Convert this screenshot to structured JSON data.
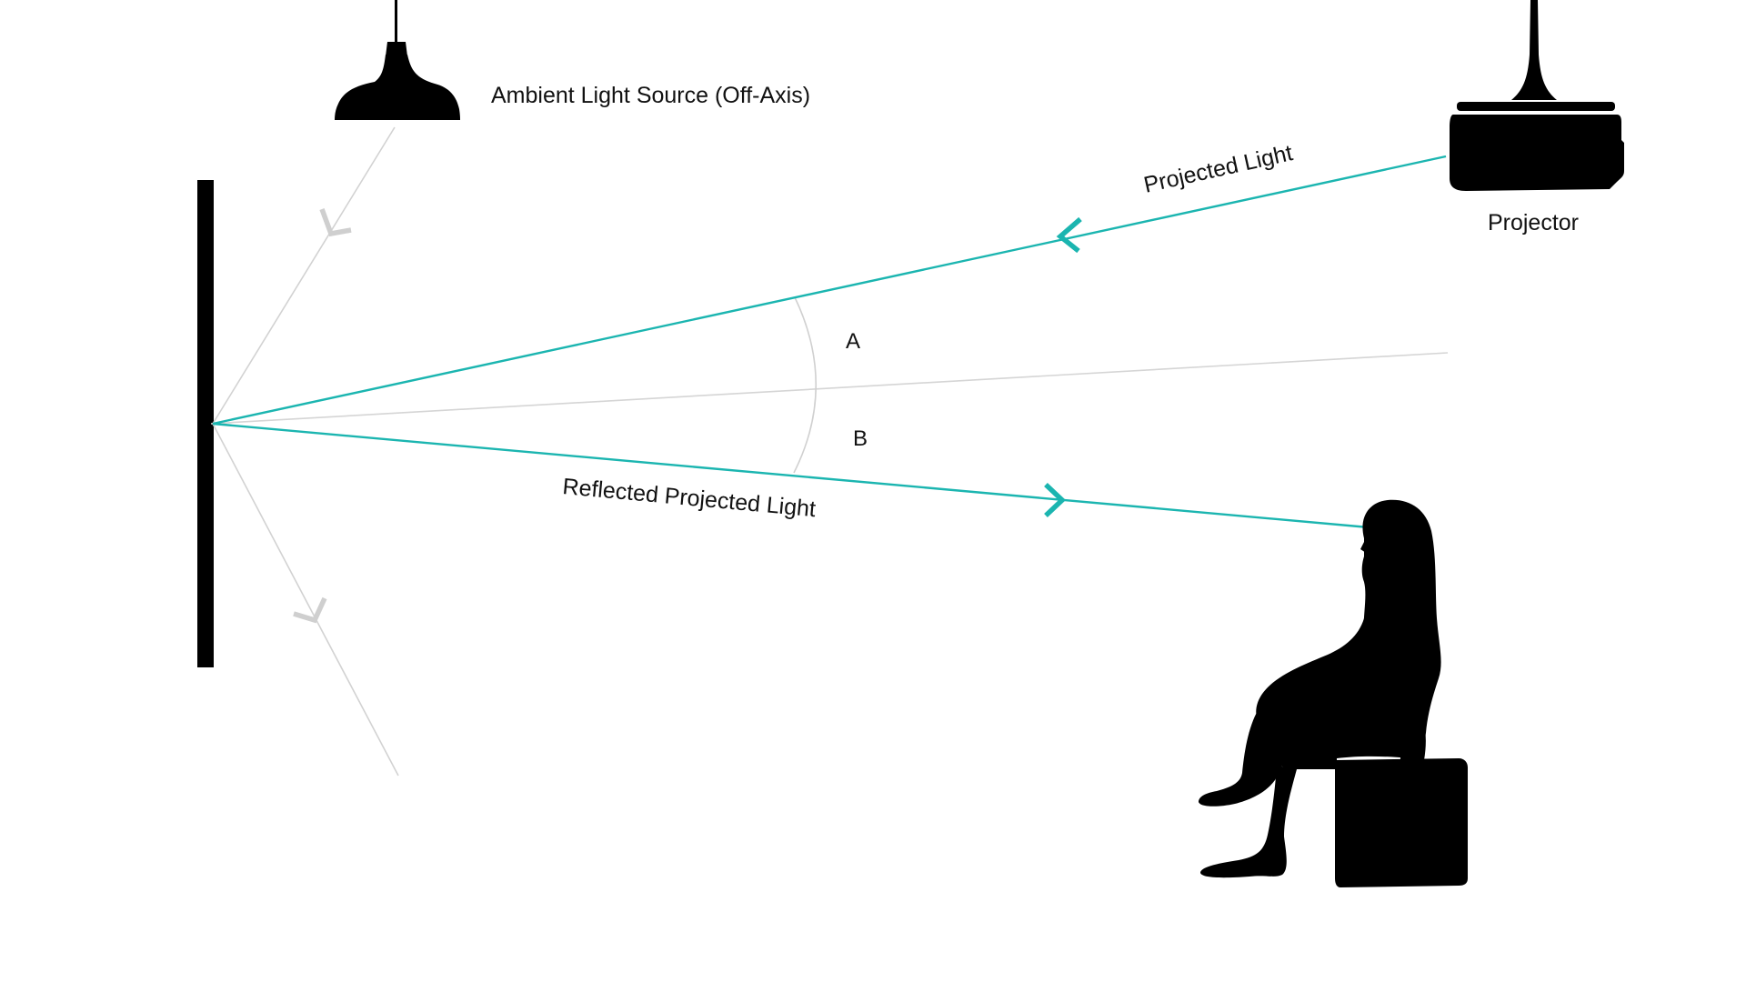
{
  "labels": {
    "ambient": "Ambient Light Source (Off-Axis)",
    "projector": "Projector",
    "projected_light": "Projected Light",
    "reflected_light": "Reflected Projected Light",
    "angle_a": "A",
    "angle_b": "B"
  },
  "icons": {
    "lamp": "pendant-lamp-icon",
    "projector": "ceiling-projector-icon",
    "viewer": "seated-person-silhouette-icon",
    "screen": "projection-screen"
  },
  "colors": {
    "projected_ray": "#1bb5b0",
    "ambient_ray": "#cfcfcf",
    "reference_line": "#d5d5d5",
    "silhouette": "#000000",
    "text": "#111111"
  }
}
